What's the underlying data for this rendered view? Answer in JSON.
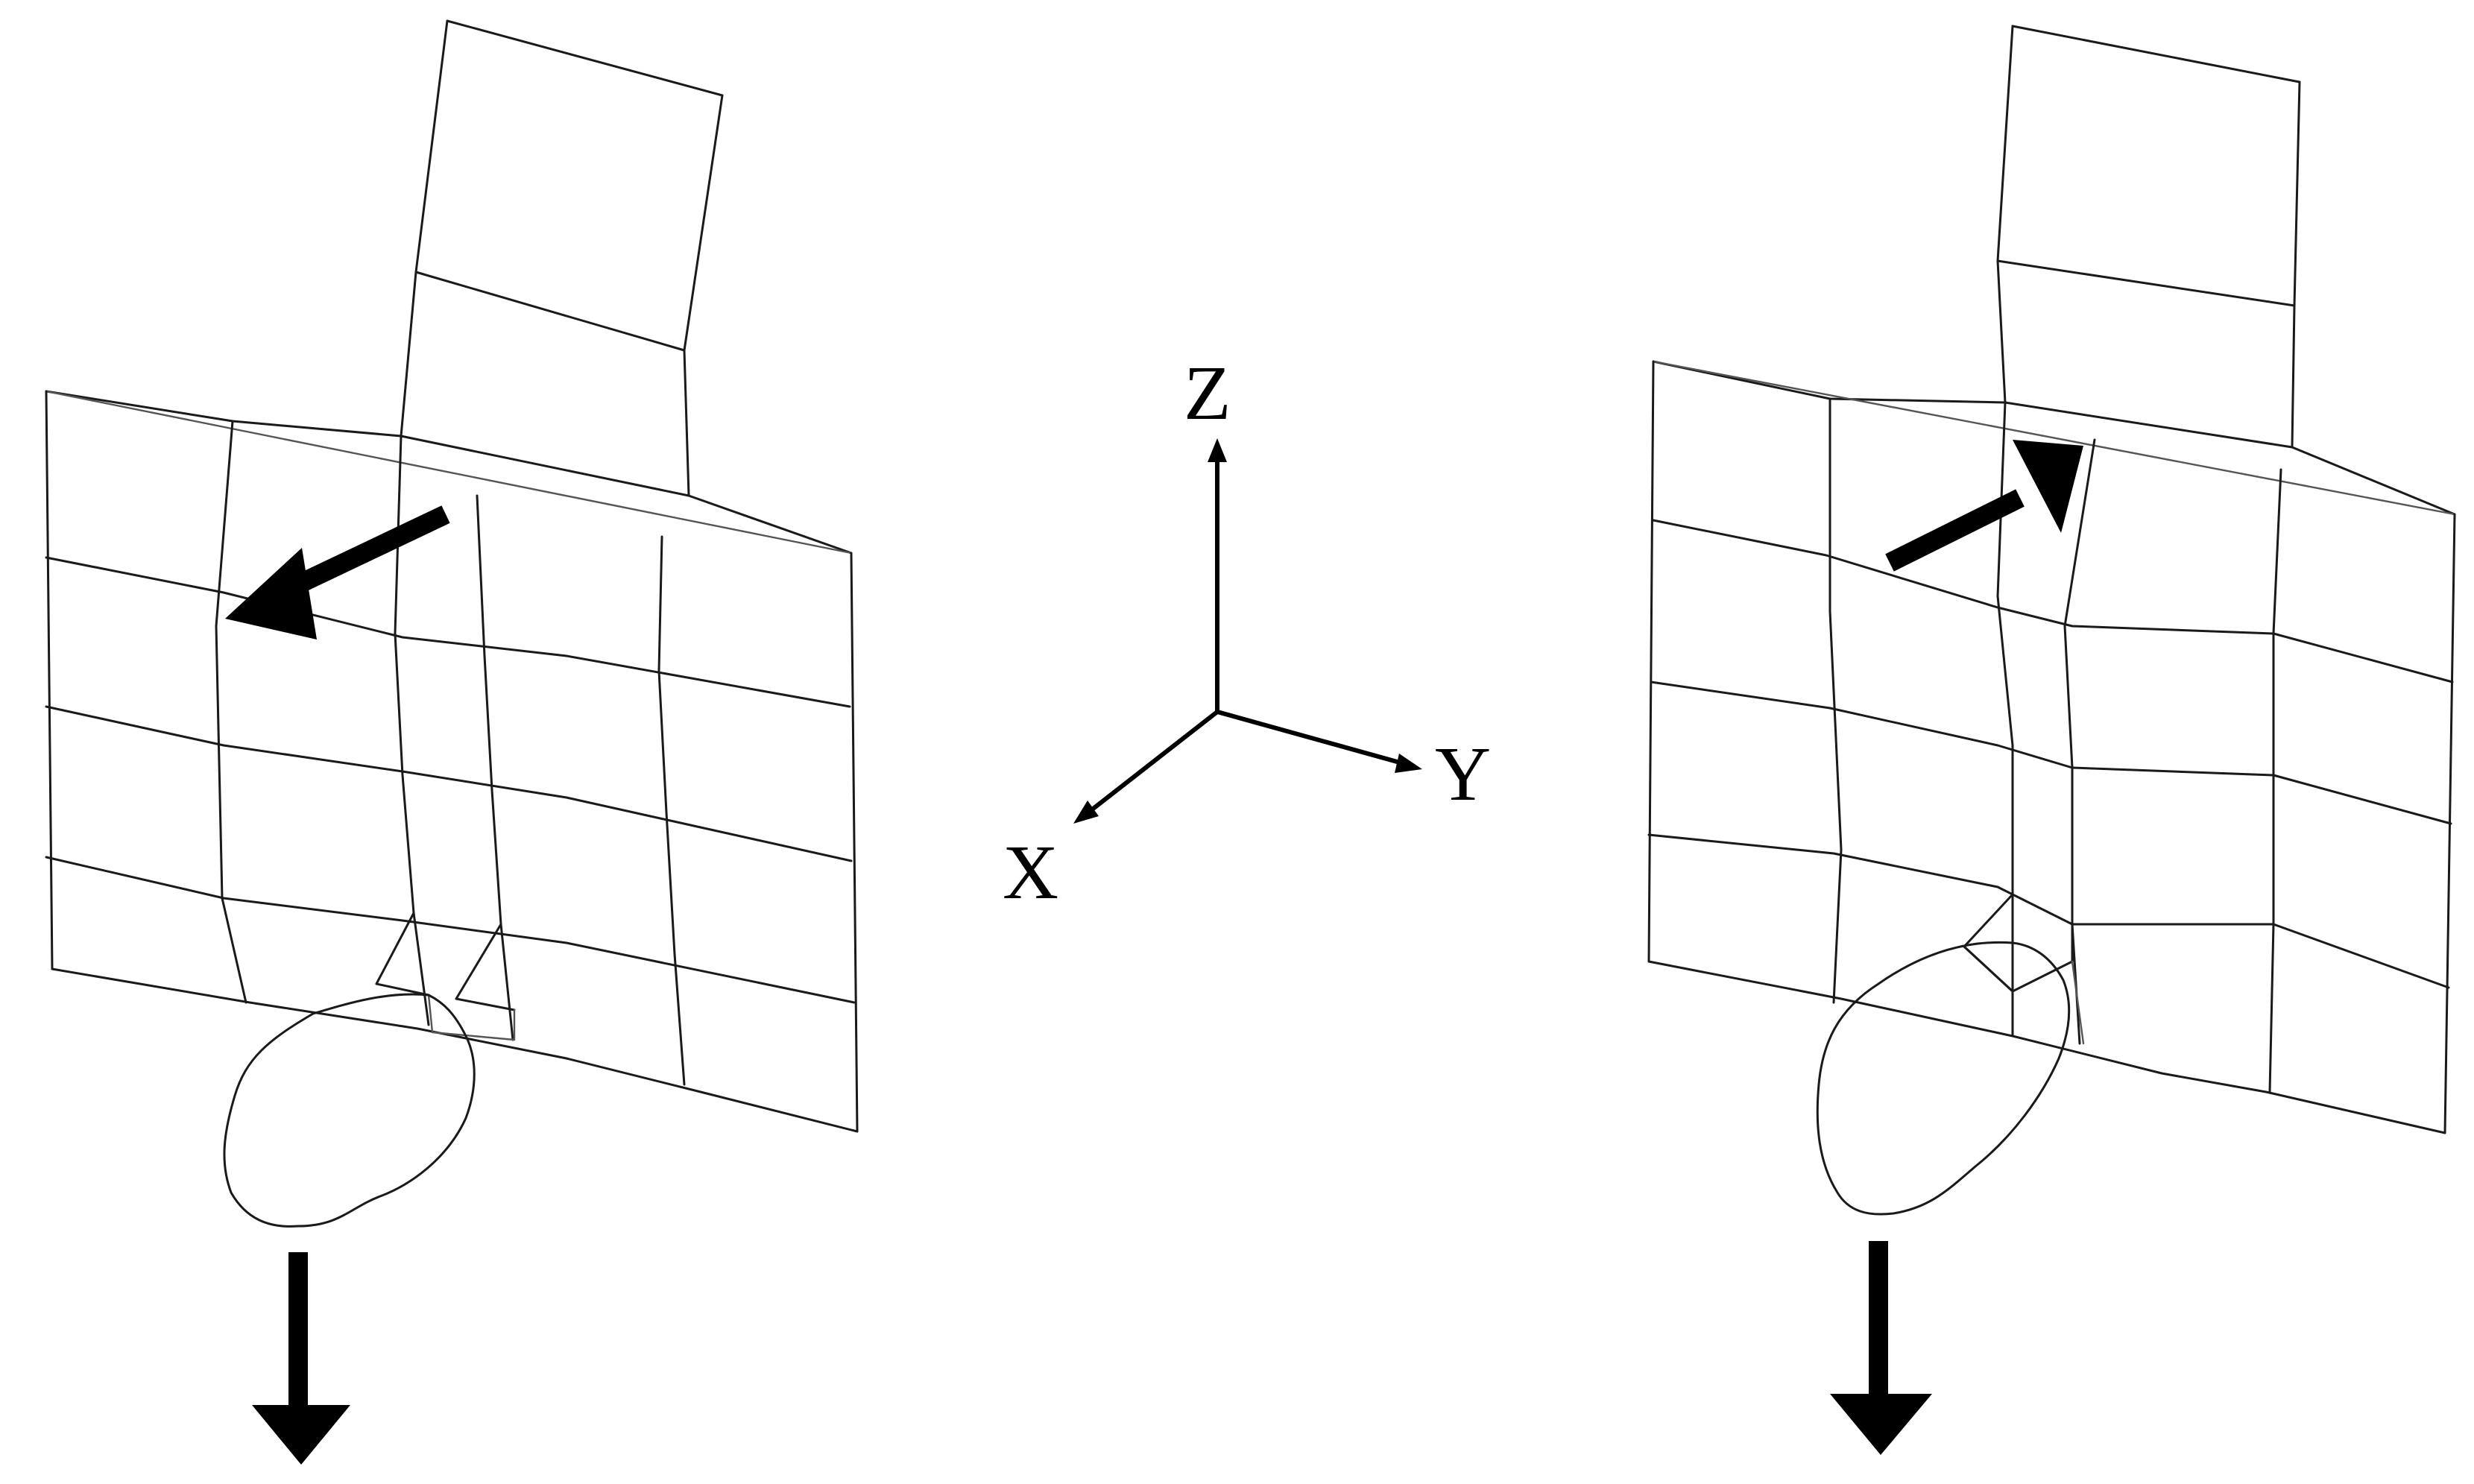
{
  "axes": {
    "z_label": "Z",
    "y_label": "Y",
    "x_label": "X"
  },
  "colors": {
    "mesh_line": "#1a1a1a",
    "arrow": "#000000",
    "background": "#ffffff"
  }
}
